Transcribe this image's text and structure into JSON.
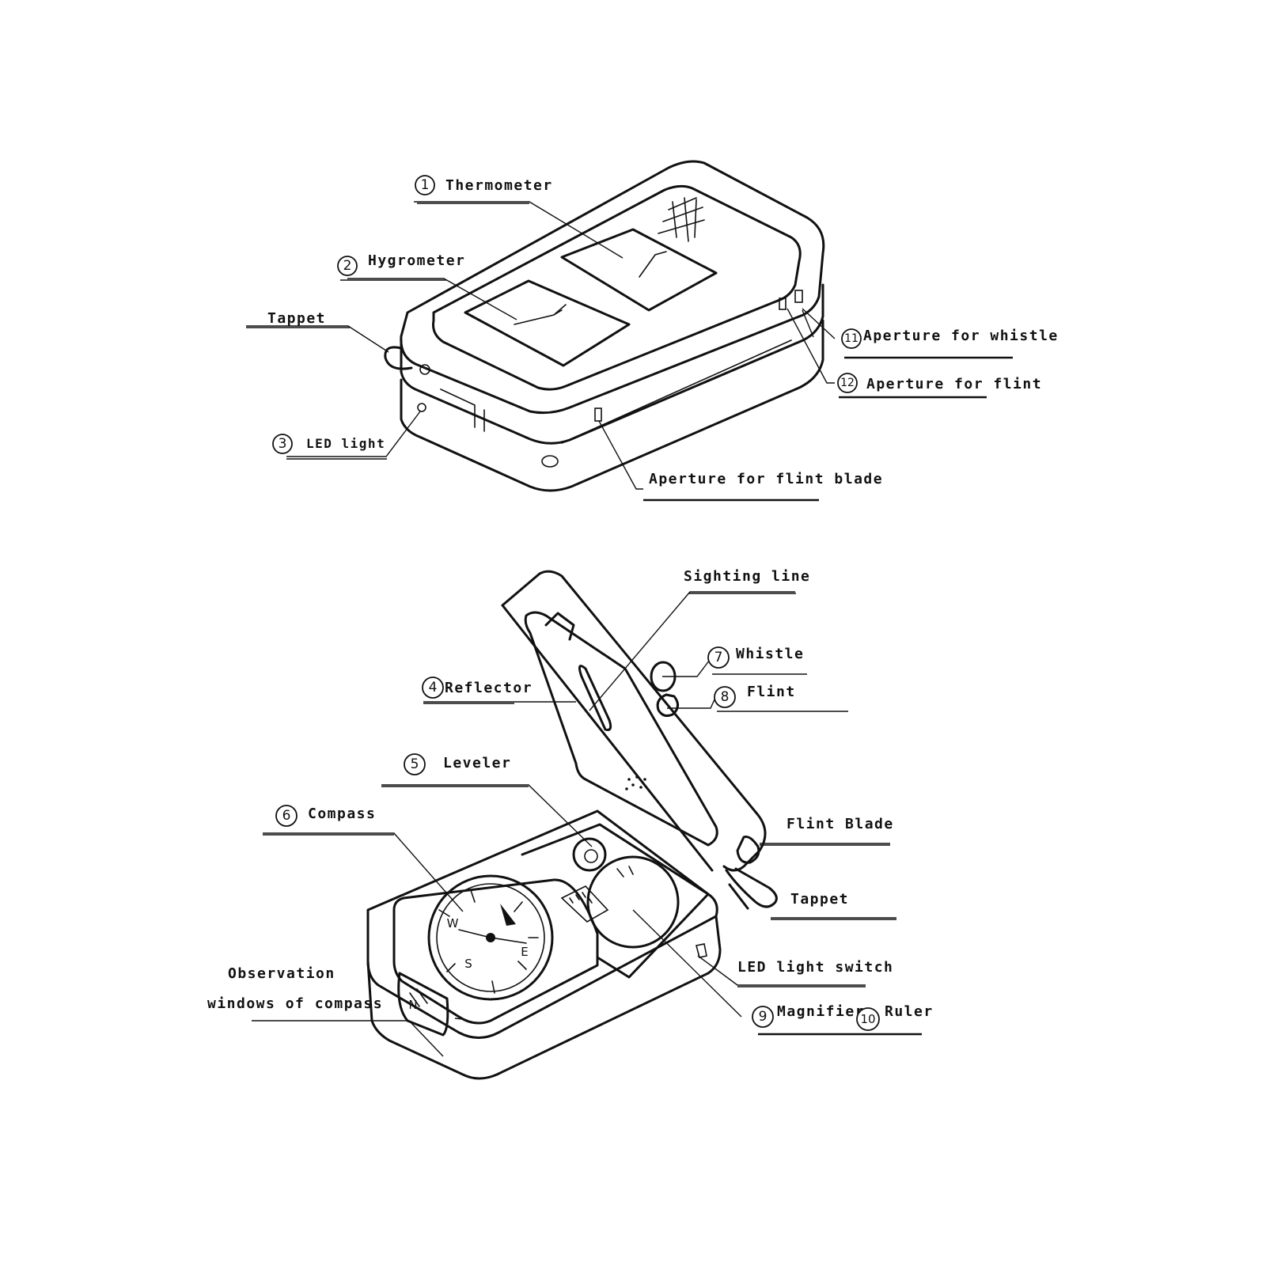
{
  "top_view": {
    "callouts": [
      {
        "num": "1",
        "text": "Thermometer"
      },
      {
        "num": "2",
        "text": "Hygrometer"
      },
      {
        "num": "",
        "text": "Tappet"
      },
      {
        "num": "3",
        "text": "LED light"
      },
      {
        "num": "11",
        "text": "Aperture for whistle"
      },
      {
        "num": "12",
        "text": "Aperture for flint"
      },
      {
        "num": "",
        "text": "Aperture for flint blade"
      }
    ]
  },
  "bottom_view": {
    "callouts": [
      {
        "num": "",
        "text": "Sighting line"
      },
      {
        "num": "7",
        "text": "Whistle"
      },
      {
        "num": "8",
        "text": "Flint"
      },
      {
        "num": "4",
        "text": "Reflector"
      },
      {
        "num": "5",
        "text": "Leveler"
      },
      {
        "num": "6",
        "text": "Compass"
      },
      {
        "num": "",
        "text": "Flint Blade"
      },
      {
        "num": "",
        "text": "Tappet"
      },
      {
        "num": "",
        "text": "LED light switch"
      },
      {
        "num": "",
        "text": "Observation"
      },
      {
        "num": "",
        "text": "windows of compass"
      },
      {
        "num": "9",
        "text": "Magnifier"
      },
      {
        "num": "10",
        "text": "Ruler"
      }
    ]
  },
  "compass_letters": [
    "N",
    "E",
    "S",
    "W"
  ]
}
